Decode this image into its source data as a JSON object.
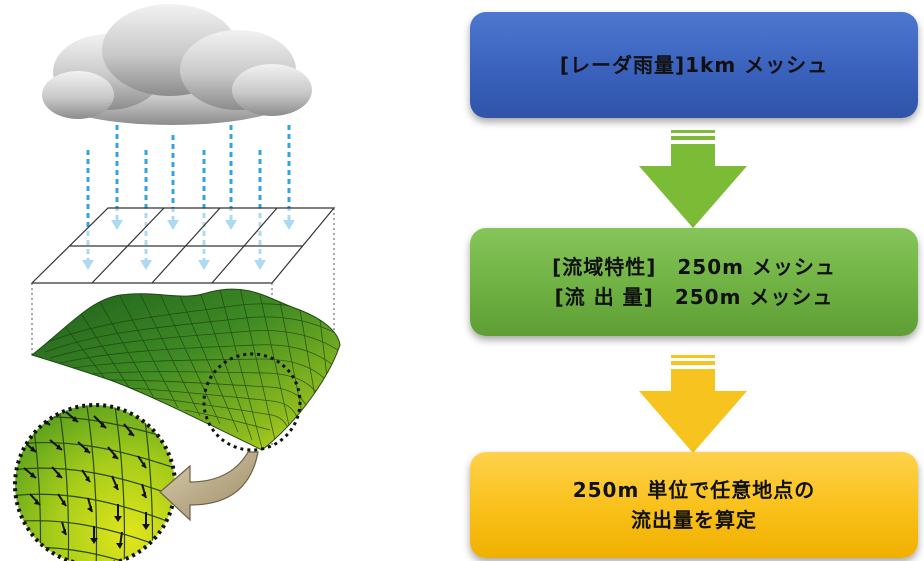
{
  "boxes": {
    "radar": {
      "line1": "[レーダ雨量]1km メッシュ",
      "color": "#3e66c0"
    },
    "basin": {
      "line1": "[流域特性]　250m メッシュ",
      "line2": "[流 出 量]　250m メッシュ",
      "color": "#6fb142"
    },
    "result": {
      "line1": "250m 単位で任意地点の",
      "line2": "流出量を算定",
      "color": "#f9c019"
    }
  },
  "arrows": [
    {
      "color": "#7cbb35"
    },
    {
      "color": "#f7c31e"
    }
  ],
  "illustration": {
    "icons": [
      "cloud-icon",
      "rain-drop-arrows",
      "radar-grid",
      "terrain-mesh",
      "magnifier-circle",
      "flow-direction-arrows",
      "curved-pointer-arrow"
    ]
  }
}
